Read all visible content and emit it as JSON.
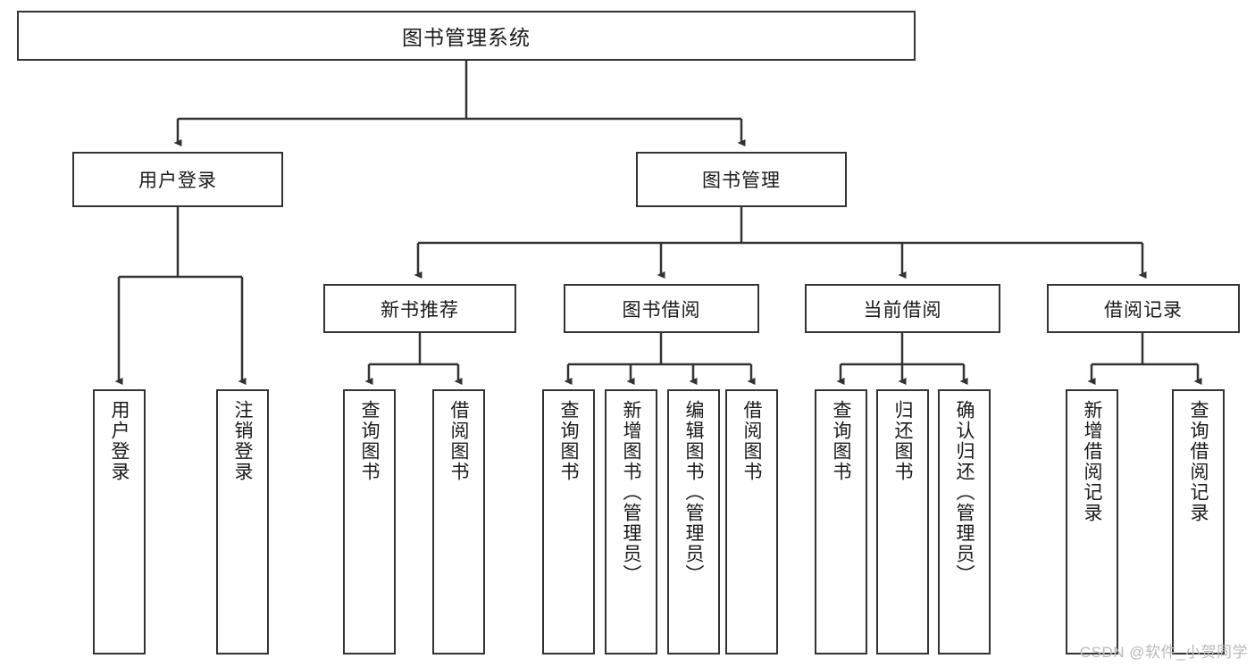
{
  "diagram": {
    "title": "图书管理系统",
    "watermark": "CSDN @软件_小贺同学",
    "colors": {
      "box_border": "#333333",
      "box_fill": "#ffffff",
      "edge": "#333333",
      "text": "#1a1a1a",
      "watermark": "#b9b9b9",
      "background": "#ffffff"
    },
    "root": {
      "label": "图书管理系统"
    },
    "level1": [
      {
        "label": "用户登录"
      },
      {
        "label": "图书管理"
      }
    ],
    "level2": [
      {
        "label": "新书推荐"
      },
      {
        "label": "图书借阅"
      },
      {
        "label": "当前借阅"
      },
      {
        "label": "借阅记录"
      }
    ],
    "leaves": {
      "user_login": [
        {
          "label": "用户登录"
        },
        {
          "label": "注销登录"
        }
      ],
      "new_book_recommend": [
        {
          "label": "查询图书"
        },
        {
          "label": "借阅图书"
        }
      ],
      "book_borrow": [
        {
          "label": "查询图书"
        },
        {
          "label": "新增图书（管理员）"
        },
        {
          "label": "编辑图书（管理员）"
        },
        {
          "label": "借阅图书"
        }
      ],
      "current_borrow": [
        {
          "label": "查询图书"
        },
        {
          "label": "归还图书"
        },
        {
          "label": "确认归还（管理员）"
        }
      ],
      "borrow_record": [
        {
          "label": "新增借阅记录"
        },
        {
          "label": "查询借阅记录"
        }
      ]
    }
  }
}
